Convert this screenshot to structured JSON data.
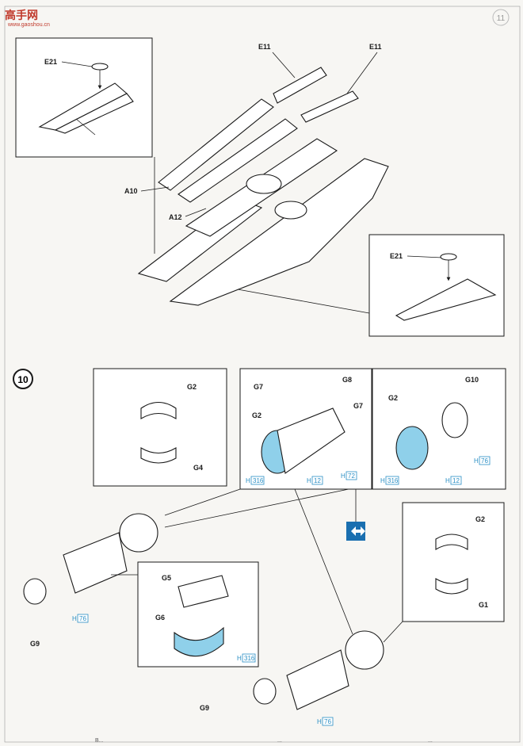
{
  "watermark": {
    "title": "高手网",
    "sub": "www.gaoshou.cn"
  },
  "page_number": "11",
  "step": "10",
  "top": {
    "labels": {
      "e21_inset_top": "E21",
      "e11_left": "E11",
      "e11_right": "E11",
      "a10": "A10",
      "a12": "A12",
      "e21_inset_bottom": "E21"
    }
  },
  "bottom": {
    "labels": {
      "g2_a": "G2",
      "g4": "G4",
      "g7_left": "G7",
      "g8": "G8",
      "g2_b": "G2",
      "g7_right": "G7",
      "g10": "G10",
      "g2_c": "G2",
      "g2_d": "G2",
      "g1": "G1",
      "g5": "G5",
      "g6": "G6",
      "g9_top": "G9",
      "g9_bottom": "G9"
    },
    "paint_refs": {
      "h316_a": "316",
      "h12_a": "12",
      "h72": "72",
      "h316_b": "316",
      "h12_b": "12",
      "h76_a": "76",
      "h76_b": "76",
      "h316_c": "316",
      "h76_c": "76"
    },
    "h_prefix": "H",
    "swap_icon": "two-way-arrow-icon"
  },
  "footer": {
    "left": "B...",
    "center": "...",
    "right": "..."
  }
}
